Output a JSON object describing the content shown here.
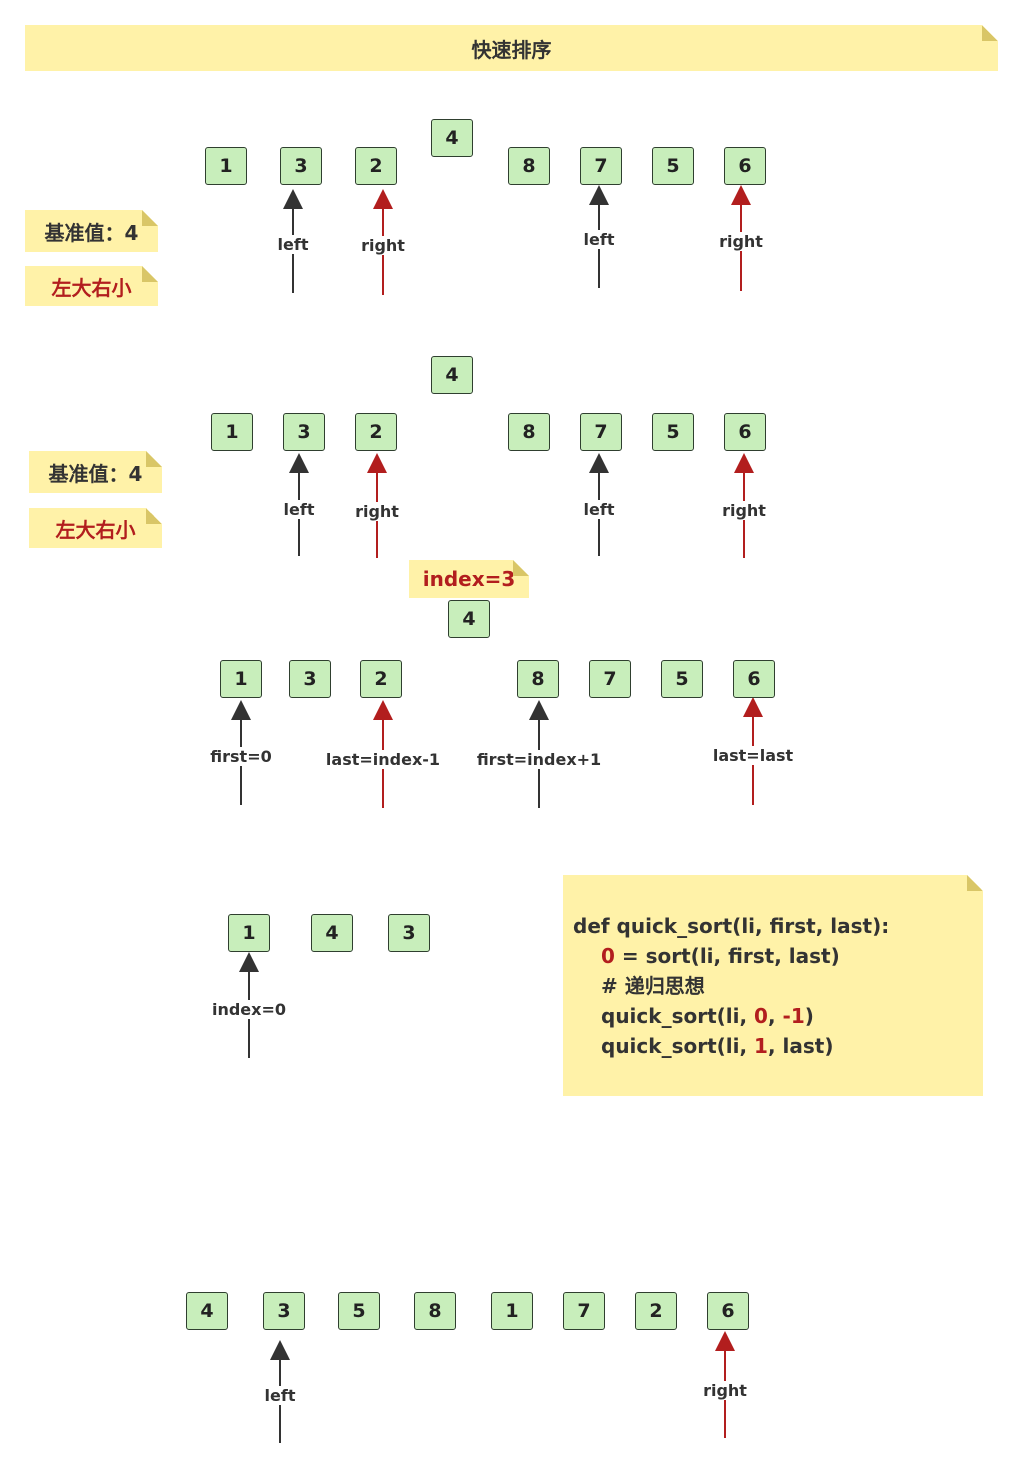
{
  "title": "快速排序",
  "notes": {
    "pivot_1": "基准值：4",
    "rule_1": "左大右小",
    "pivot_2": "基准值：4",
    "rule_2": "左大右小",
    "index_label": "index=3"
  },
  "rows": {
    "row1": {
      "pivot": "4",
      "values": [
        "1",
        "3",
        "2",
        "8",
        "7",
        "5",
        "6"
      ],
      "labels": [
        "left",
        "right",
        "left",
        "right"
      ]
    },
    "row2": {
      "pivot": "4",
      "values": [
        "1",
        "3",
        "2",
        "8",
        "7",
        "5",
        "6"
      ],
      "labels": [
        "left",
        "right",
        "left",
        "right"
      ]
    },
    "row3": {
      "pivot": "4",
      "values": [
        "1",
        "3",
        "2",
        "8",
        "7",
        "5",
        "6"
      ],
      "labels": [
        "first=0",
        "last=index-1",
        "first=index+1",
        "last=last"
      ]
    },
    "row4": {
      "values": [
        "1",
        "4",
        "3"
      ],
      "labels": [
        "index=0"
      ]
    },
    "row5": {
      "values": [
        "4",
        "3",
        "5",
        "8",
        "1",
        "7",
        "2",
        "6"
      ],
      "labels": [
        "left",
        "right"
      ]
    }
  },
  "code": {
    "line1": "def quick_sort(li, first, last):",
    "line2_red": "0",
    "line2_rest": " = sort(li, first, last)",
    "line3": "# 递归思想",
    "line4_a": "quick_sort(li, ",
    "line4_r1": "0",
    "line4_b": ", ",
    "line4_r2": "-1",
    "line4_c": ")",
    "line5_a": "quick_sort(li, ",
    "line5_r1": "1",
    "line5_b": ", last)"
  },
  "colors": {
    "note_bg": "#fff2a8",
    "box_bg": "#c8eebb",
    "arrow_dark": "#333333",
    "arrow_red": "#b21e1e"
  }
}
